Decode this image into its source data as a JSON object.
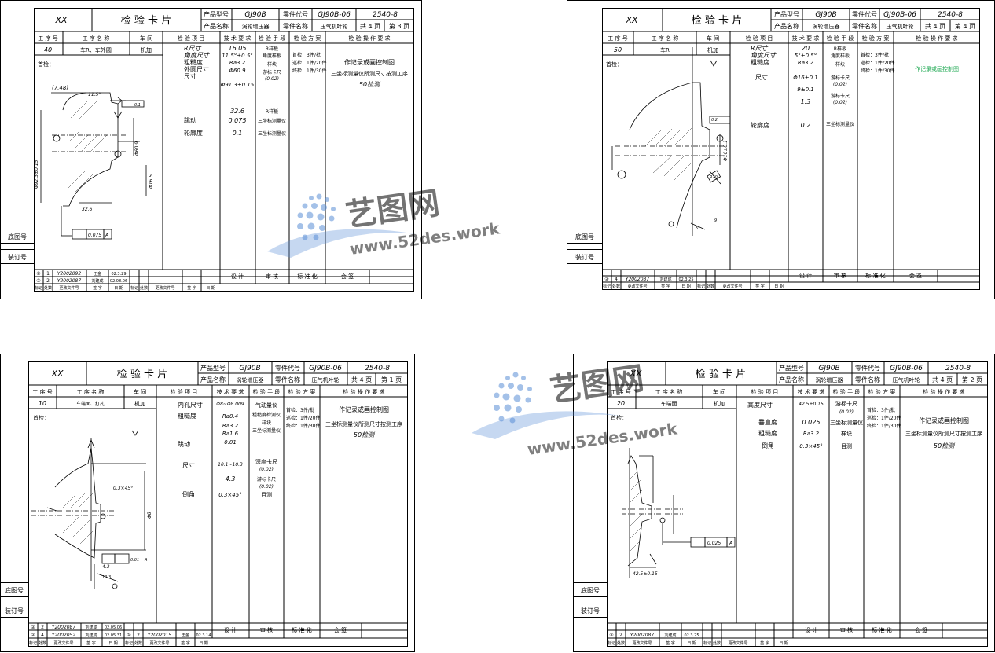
{
  "sheets": [
    {
      "id": "sheet3",
      "title": "检 验 卡 片",
      "xx": "XX",
      "product_model_label": "产品型号",
      "product_model": "GJ90B",
      "part_code_label": "零件代号",
      "part_code": "GJ90B-06",
      "doc_no": "2540-8",
      "product_name_label": "产品名称",
      "product_name": "涡轮增压器",
      "part_name_label": "零件名称",
      "part_name": "压气机叶轮",
      "total_pages": "共 4 页",
      "page_no": "第 3 页",
      "col_headers": [
        "工 序 号",
        "工 序 名 称",
        "车 间",
        "检 验 项 目",
        "技 术 要 求",
        "检 验 手 段",
        "检 验 方 案",
        "检 验 操 作 要 求"
      ],
      "row": {
        "op_no": "40",
        "op_name": "车R、车外圆",
        "workshop": "机加"
      },
      "items": [
        "R尺寸",
        "角度尺寸",
        "粗糙度",
        "外圆尺寸",
        "尺寸",
        "跳动",
        "轮廓度"
      ],
      "reqs": [
        "16.05",
        "11.5°±0.5°",
        "Ra3.2",
        "Φ60.9",
        "Φ91.3±0.15",
        "32.6",
        "0.075",
        "0.1"
      ],
      "tools": [
        "R样板",
        "角度样板",
        "样块",
        "游标卡尺",
        "(0.02)",
        "R样板",
        "三坐标测量仪",
        "三坐标测量仪"
      ],
      "scheme": [
        "首检：3件/批",
        "巡检：1件/20件",
        "终检：1件/30件"
      ],
      "ops": [
        "作记录或画控制图",
        "三坐标测量仪所测尺寸按测工序",
        "50检测"
      ],
      "dims": [
        "(7.48)",
        "11.5°",
        "Φ92.3±0.15",
        "Φ60.9",
        "Φ16.5",
        "32.6",
        "0.075",
        "A",
        "0.1"
      ],
      "side_labels": [
        "底图号",
        "装订号"
      ],
      "rev_rows": [
        {
          "mark": "②",
          "qty": "1",
          "doc": "Y2002092",
          "sign": "王金",
          "date": "02.3.29"
        },
        {
          "mark": "②",
          "qty": "2",
          "doc": "Y2002087",
          "sign": "刘建成",
          "date": "02.08.06"
        }
      ],
      "rev_footer": [
        "标记",
        "处数",
        "更改文件号",
        "签 字",
        "日 期",
        "标记",
        "处数",
        "更改文件号",
        "签 字",
        "日 期"
      ],
      "sign_labels": [
        "设 计",
        "审 核",
        "标 准 化",
        "会 签"
      ],
      "first_piece": "首检："
    },
    {
      "id": "sheet4",
      "title": "检 验 卡 片",
      "xx": "XX",
      "product_model_label": "产品型号",
      "product_model": "GJ90B",
      "part_code_label": "零件代号",
      "part_code": "GJ90B-06",
      "doc_no": "2540-8",
      "product_name_label": "产品名称",
      "product_name": "涡轮增压器",
      "part_name_label": "零件名称",
      "part_name": "压气机叶轮",
      "total_pages": "共 4 页",
      "page_no": "第 4 页",
      "col_headers": [
        "工 序 号",
        "工 序 名 称",
        "车 间",
        "检 验 项 目",
        "技 术 要 求",
        "检 验 手 段",
        "检 验 方 案",
        "检 验 操 作 要 求"
      ],
      "row": {
        "op_no": "50",
        "op_name": "车R",
        "workshop": "机加"
      },
      "items": [
        "R尺寸",
        "角度尺寸",
        "粗糙度",
        "尺寸",
        "轮廓度"
      ],
      "reqs": [
        "20",
        "5°±0.5°",
        "Ra3.2",
        "Φ16±0.1",
        "9±0.1",
        "1.3",
        "0.2"
      ],
      "tools": [
        "R样板",
        "角度样板",
        "样块",
        "游标卡尺",
        "(0.02)",
        "游标卡尺",
        "(0.02)",
        "三坐标测量仪"
      ],
      "scheme": [
        "首检：3件/批",
        "巡检：1件/20件",
        "终检：1件/30件"
      ],
      "ops": [
        "作记录或画控制图"
      ],
      "dims": [
        "0.2",
        "Φ16±0.1",
        "R20",
        "5°",
        "9"
      ],
      "side_labels": [
        "底图号",
        "装订号"
      ],
      "rev_rows": [
        {
          "mark": "②",
          "qty": "4",
          "doc": "Y2002087",
          "sign": "刘建成",
          "date": "02.3.25"
        }
      ],
      "rev_footer": [
        "标记",
        "处数",
        "更改文件号",
        "签 字",
        "日 期",
        "标记",
        "处数",
        "更改文件号",
        "签 字",
        "日 期"
      ],
      "sign_labels": [
        "设 计",
        "审 核",
        "标 准 化",
        "会 签"
      ],
      "first_piece": "首检："
    },
    {
      "id": "sheet1",
      "title": "检 验 卡 片",
      "xx": "XX",
      "product_model_label": "产品型号",
      "product_model": "GJ90B",
      "part_code_label": "零件代号",
      "part_code": "GJ90B-06",
      "doc_no": "2540-8",
      "product_name_label": "产品名称",
      "product_name": "涡轮增压器",
      "part_name_label": "零件名称",
      "part_name": "压气机叶轮",
      "total_pages": "共 4 页",
      "page_no": "第 1 页",
      "col_headers": [
        "工 序 号",
        "工 序 名 称",
        "车 间",
        "检 验 项 目",
        "技 术 要 求",
        "检 验 手 段",
        "检 验 方 案",
        "检 验 操 作 要 求"
      ],
      "row": {
        "op_no": "10",
        "op_name": "车端面、打孔",
        "workshop": "机加"
      },
      "items": [
        "内孔尺寸",
        "粗糙度",
        "跳动",
        "尺寸",
        "倒角"
      ],
      "reqs": [
        "Φ8~Φ8.009",
        "Ra0.4",
        "Ra3.2",
        "Ra1.6",
        "0.01",
        "10.1~10.3",
        "4.3",
        "0.3×45°"
      ],
      "tools": [
        "气动量仪",
        "粗糙度检测仪",
        "样块",
        "三坐标测量仪",
        "深度卡尺",
        "(0.02)",
        "游标卡尺",
        "(0.02)",
        "目测"
      ],
      "scheme": [
        "首检：3件/批",
        "巡检：1件/20件",
        "终检：1件/30件"
      ],
      "ops": [
        "作记录或画控制图",
        "三坐标测量仪所测尺寸按测工序",
        "50检测"
      ],
      "dims": [
        "0.3×45°",
        "Φ8",
        "4.3",
        "0.01",
        "A",
        "10.3"
      ],
      "side_labels": [
        "底图号",
        "装订号"
      ],
      "rev_rows": [
        {
          "mark": "②",
          "qty": "2",
          "doc": "Y2002087",
          "sign": "刘建成",
          "date": "02.05.06"
        },
        {
          "mark": "②",
          "qty": "4",
          "doc": "Y2002052",
          "sign": "刘建成",
          "date": "02.05.31"
        }
      ],
      "rev_extra": {
        "mark": "①",
        "qty": "2",
        "doc": "Y2002015",
        "sign": "王金",
        "date": "02.3.14"
      },
      "rev_footer": [
        "标记",
        "处数",
        "更改文件号",
        "签 字",
        "日 期",
        "标记",
        "处数",
        "更改文件号",
        "签 字",
        "日 期"
      ],
      "sign_labels": [
        "设 计",
        "审 核",
        "标 准 化",
        "会 签"
      ],
      "first_piece": "首检："
    },
    {
      "id": "sheet2",
      "title": "检 验 卡 片",
      "xx": "XX",
      "product_model_label": "产品型号",
      "product_model": "GJ90B",
      "part_code_label": "零件代号",
      "part_code": "GJ90B-06",
      "doc_no": "2540-8",
      "product_name_label": "产品名称",
      "product_name": "涡轮增压器",
      "part_name_label": "零件名称",
      "part_name": "压气机叶轮",
      "total_pages": "共 4 页",
      "page_no": "第 2 页",
      "col_headers": [
        "工 序 号",
        "工 序 名 称",
        "车 间",
        "检 验 项 目",
        "技 术 要 求",
        "检 验 手 段",
        "检 验 方 案",
        "检 验 操 作 要 求"
      ],
      "row": {
        "op_no": "20",
        "op_name": "车端面",
        "workshop": "机加"
      },
      "items": [
        "高度尺寸",
        "垂直度",
        "粗糙度",
        "倒角"
      ],
      "reqs": [
        "42.5±0.15",
        "0.025",
        "Ra3.2",
        "0.3×45°"
      ],
      "tools": [
        "游标卡尺",
        "(0.02)",
        "三坐标测量仪",
        "样块",
        "目测"
      ],
      "scheme": [
        "首检：3件/批",
        "巡检：1件/20件",
        "终检：1件/30件"
      ],
      "ops": [
        "作记录或画控制图",
        "三坐标测量仪所测尺寸按测工序",
        "50检测"
      ],
      "dims": [
        "0.025",
        "A",
        "42.5±0.15"
      ],
      "side_labels": [
        "底图号",
        "装订号"
      ],
      "rev_rows": [
        {
          "mark": "②",
          "qty": "2",
          "doc": "Y2002087",
          "sign": "刘建成",
          "date": "02.3.25"
        }
      ],
      "rev_footer": [
        "标记",
        "处数",
        "更改文件号",
        "签 字",
        "日 期",
        "标记",
        "处数",
        "更改文件号",
        "签 字",
        "日 期"
      ],
      "sign_labels": [
        "设 计",
        "审 核",
        "标 准 化",
        "会 签"
      ],
      "first_piece": "首检："
    }
  ],
  "watermark": {
    "cn": "艺图网",
    "url": "www.52des.work",
    "color": "#5b8fd6"
  }
}
